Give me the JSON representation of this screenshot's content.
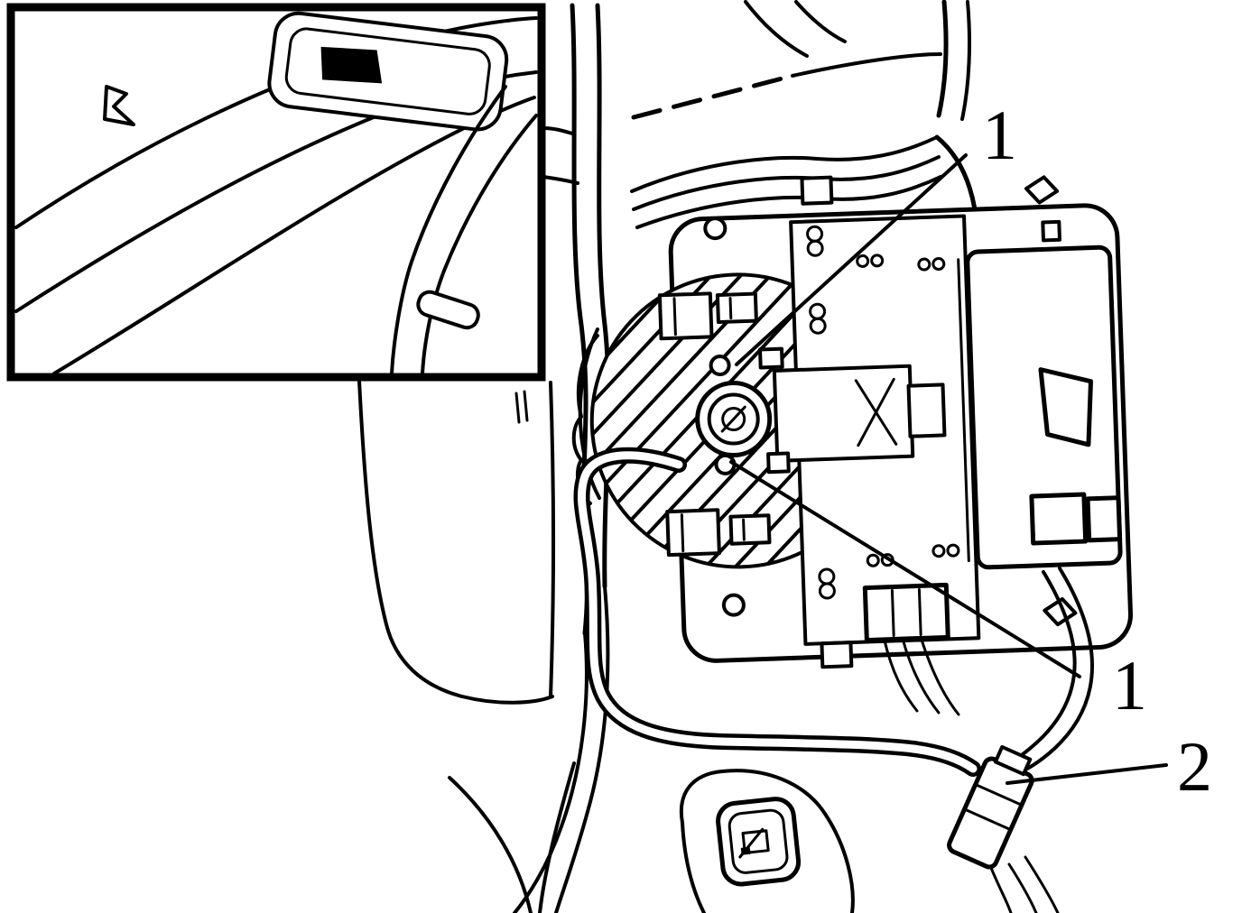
{
  "diagram": {
    "type": "vehicle-service-illustration",
    "colors": {
      "line": "#000000",
      "background": "#ffffff"
    },
    "callouts": [
      {
        "id": "callout-1-top",
        "label": "1"
      },
      {
        "id": "callout-1-bottom",
        "label": "1"
      },
      {
        "id": "callout-2",
        "label": "2"
      }
    ]
  }
}
